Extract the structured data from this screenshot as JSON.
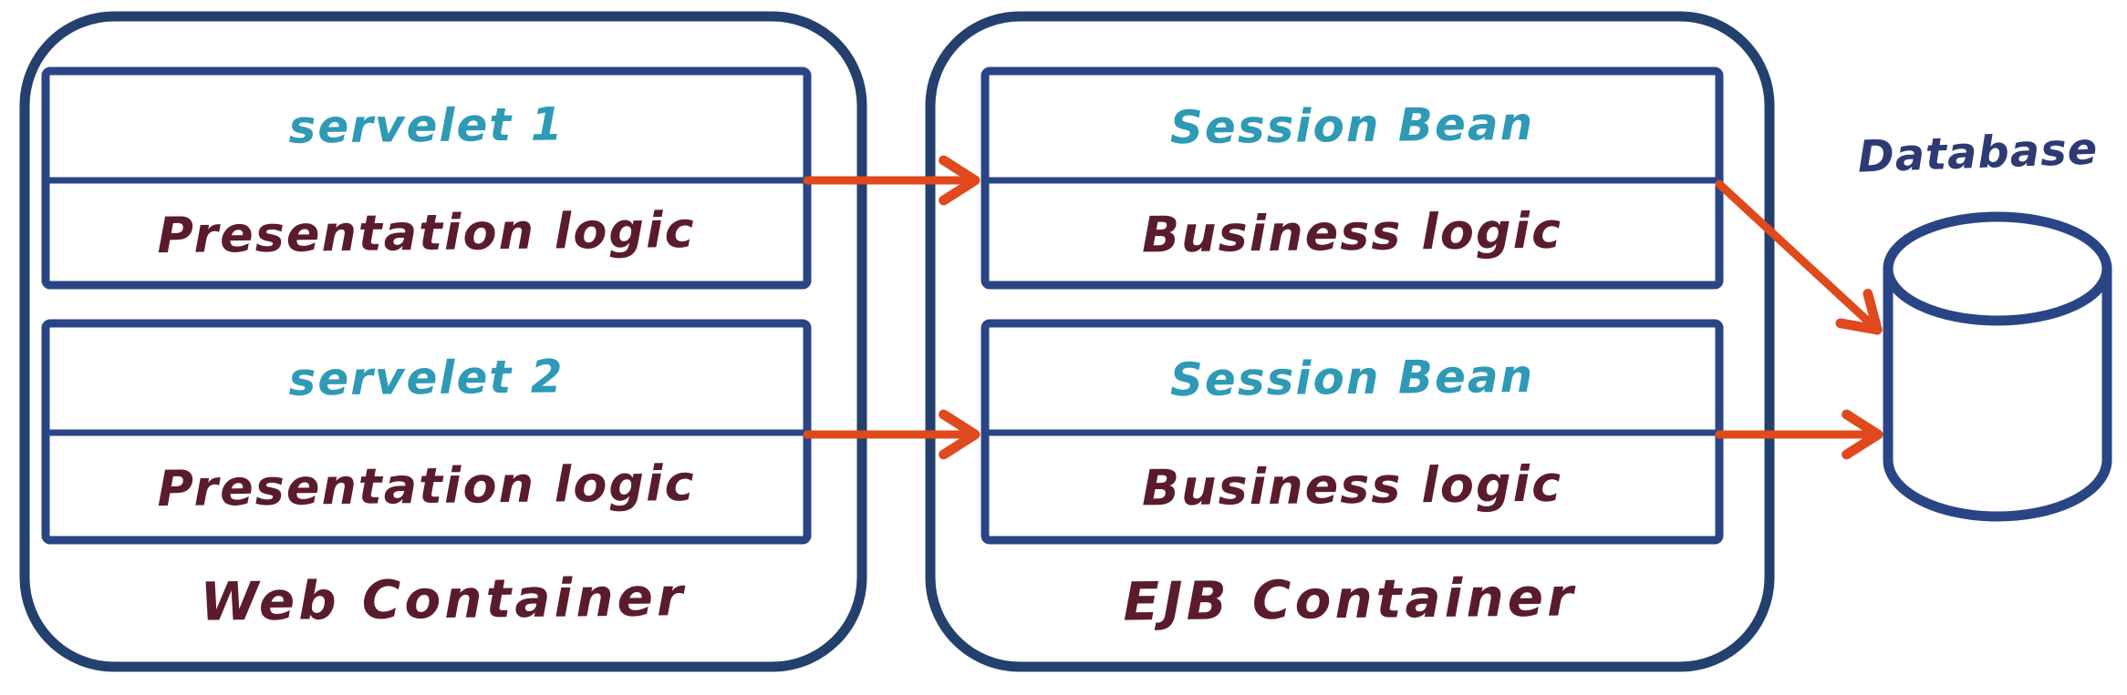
{
  "colors": {
    "container_border": "#24406e",
    "box_border": "#2a4585",
    "title_teal": "#2e9ab5",
    "logic_maroon": "#5a1c2b",
    "arrow_orange": "#e0491b",
    "database_ink": "#2d3a74",
    "background": "#ffffff"
  },
  "web_container": {
    "label": "Web Container",
    "boxes": [
      {
        "title": "servelet 1",
        "subtitle": "Presentation logic"
      },
      {
        "title": "servelet 2",
        "subtitle": "Presentation logic"
      }
    ]
  },
  "ejb_container": {
    "label": "EJB Container",
    "boxes": [
      {
        "title": "Session Bean",
        "subtitle": "Business logic"
      },
      {
        "title": "Session Bean",
        "subtitle": "Business logic"
      }
    ]
  },
  "database": {
    "label": "Database"
  },
  "connections": [
    {
      "from": "servelet 1",
      "to": "Session Bean (top)"
    },
    {
      "from": "servelet 2",
      "to": "Session Bean (bottom)"
    },
    {
      "from": "Session Bean (top)",
      "to": "Database"
    },
    {
      "from": "Session Bean (bottom)",
      "to": "Database"
    }
  ]
}
